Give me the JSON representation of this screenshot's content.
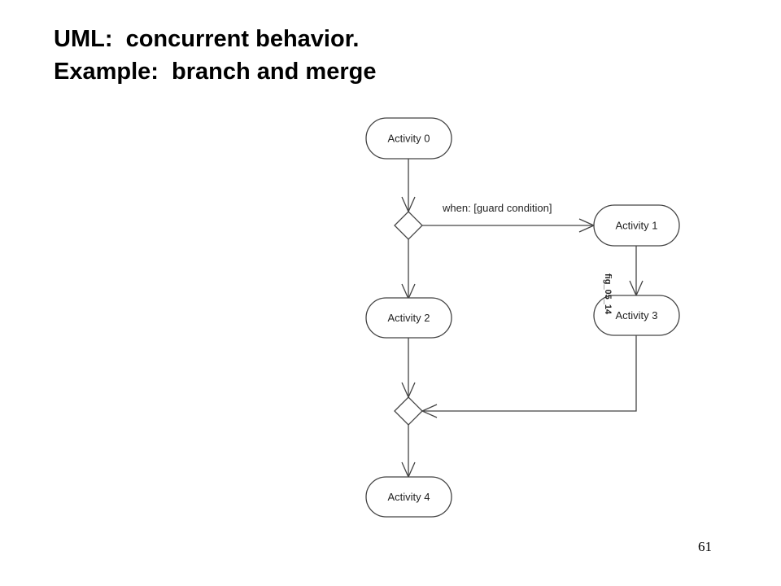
{
  "slide": {
    "title_line1": "UML:  concurrent behavior.",
    "title_line2": "Example:  branch and merge",
    "page_number": "61"
  },
  "diagram": {
    "nodes": {
      "activity0": "Activity 0",
      "activity1": "Activity 1",
      "activity2": "Activity 2",
      "activity3": "Activity 3",
      "activity4": "Activity 4"
    },
    "guard_label": "when: [guard condition]",
    "figure_label": "fig_05_14"
  }
}
